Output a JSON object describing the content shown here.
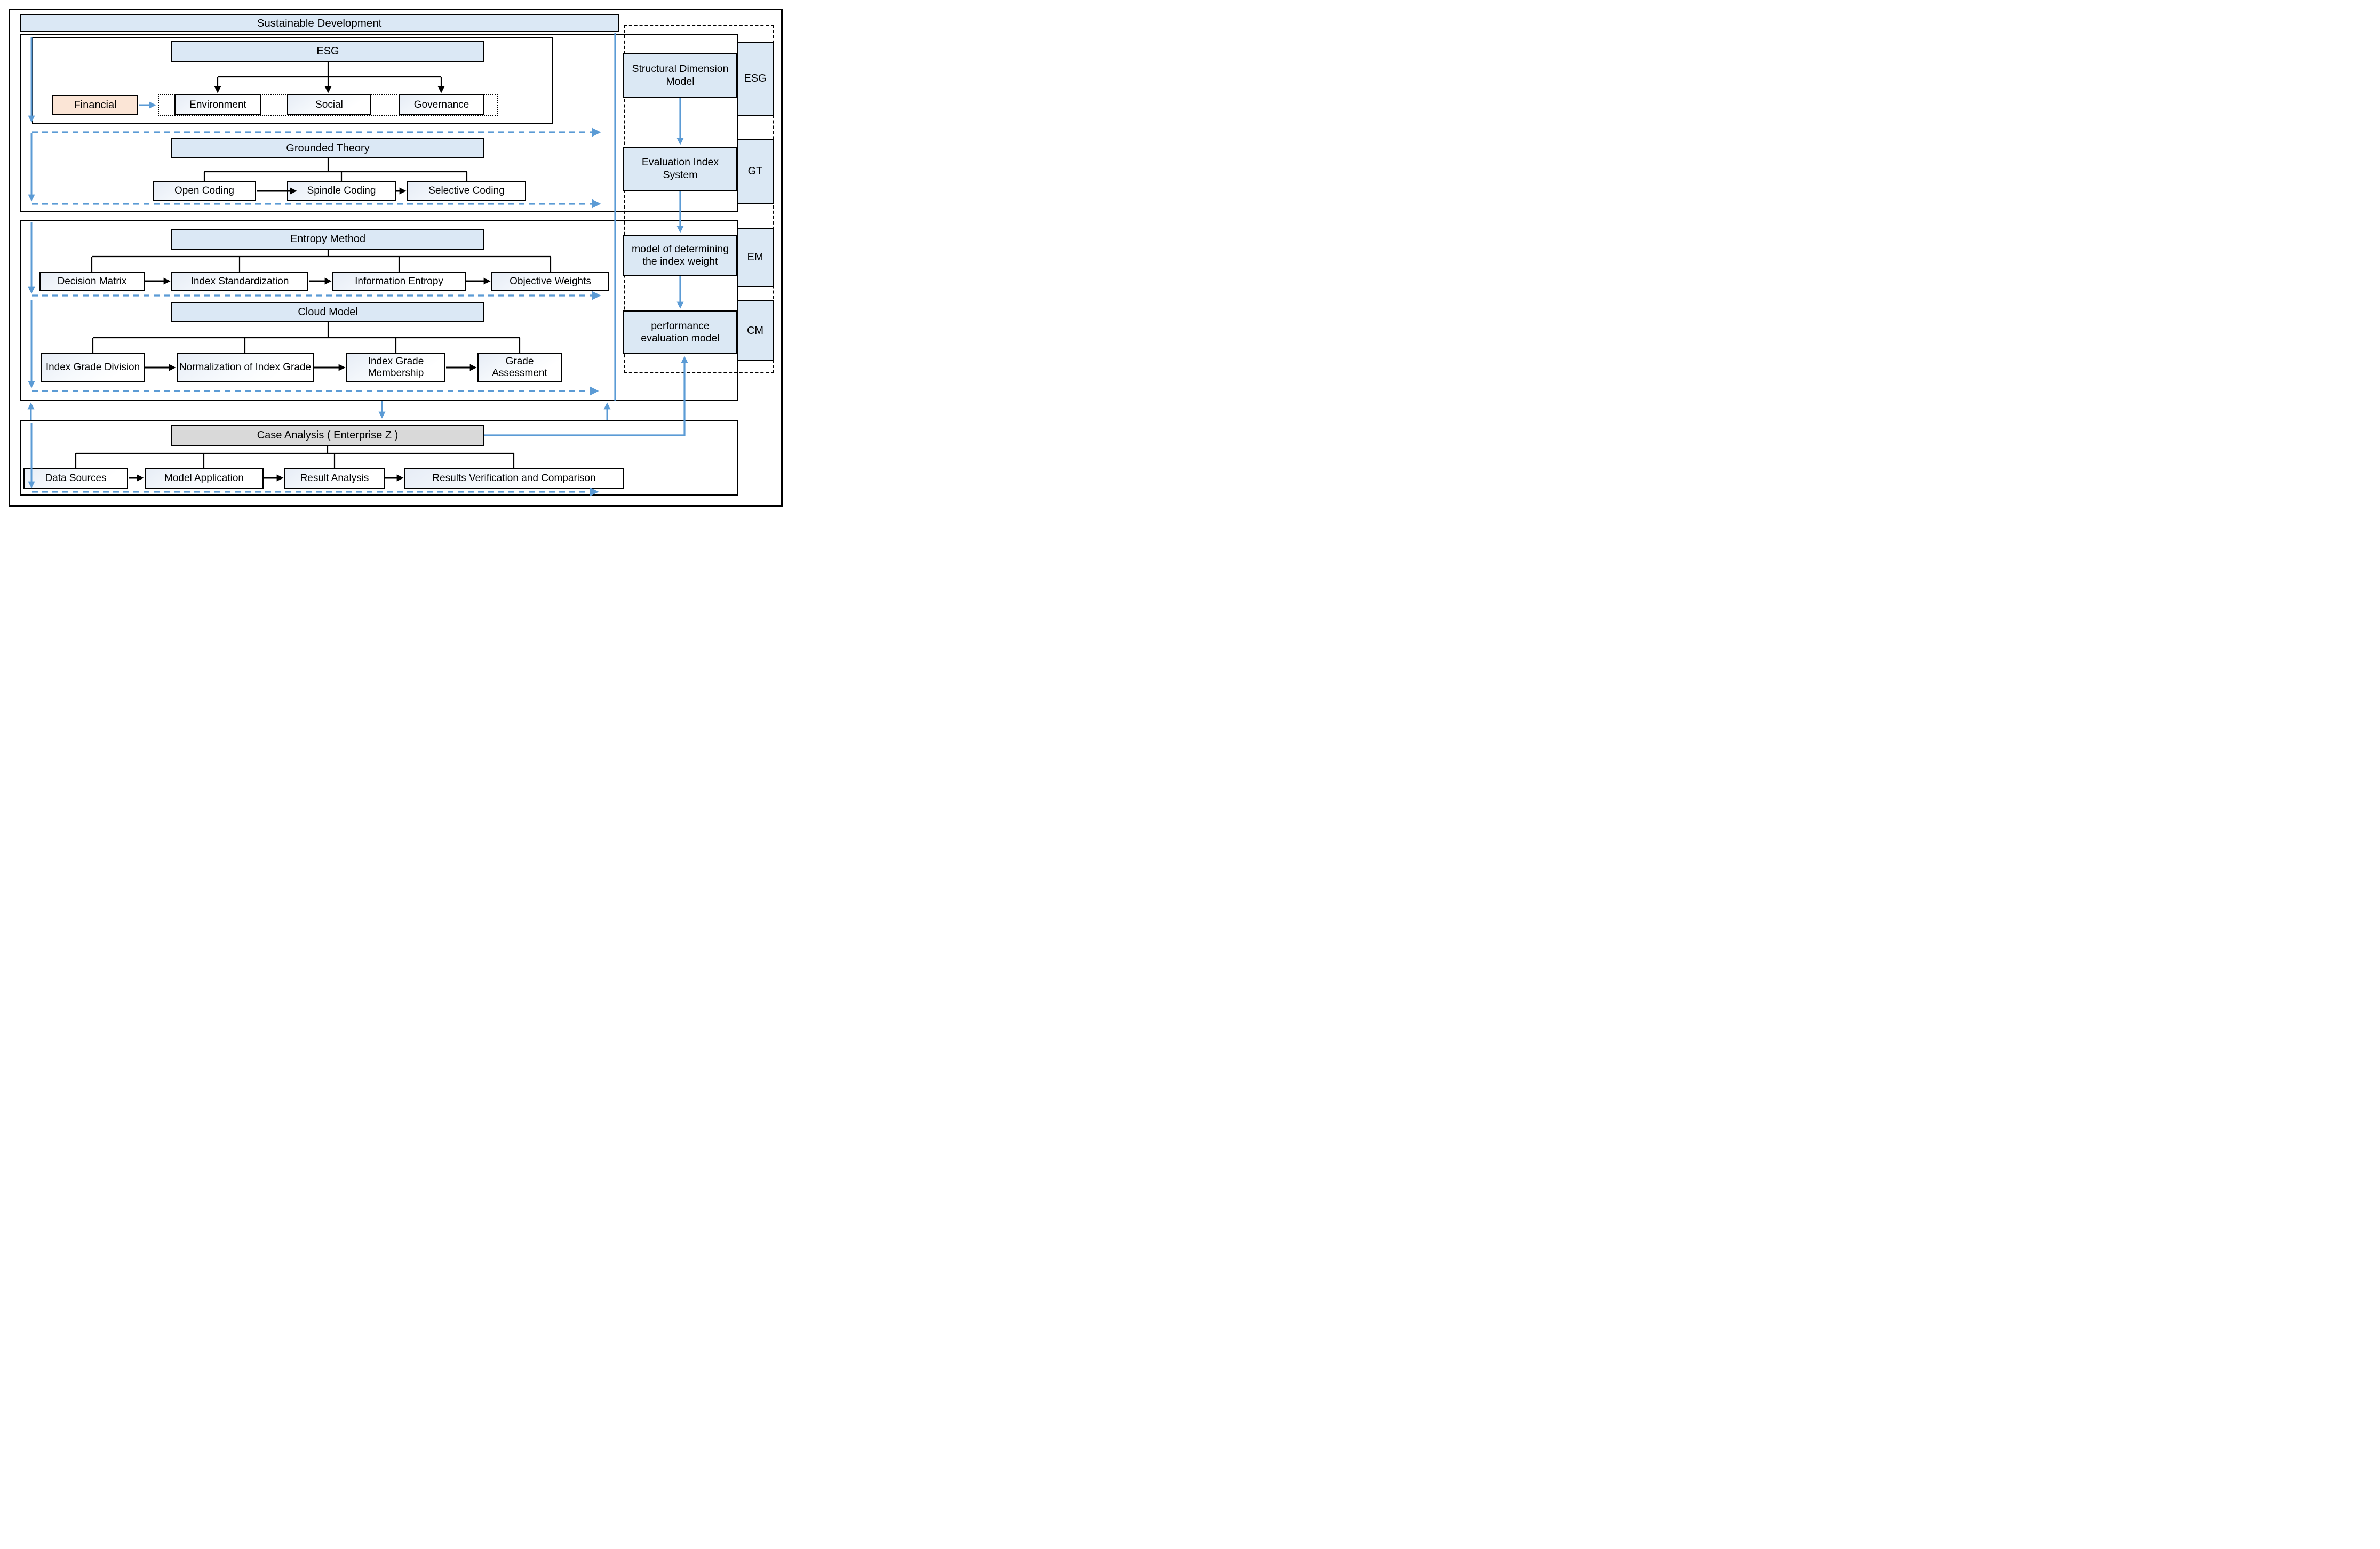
{
  "title": "Sustainable Development",
  "colors": {
    "accent_blue": "#5B9BD5",
    "light_blue_fill": "#DBE8F4",
    "peach_fill": "#FBE5D6",
    "gray_fill": "#D9D9D9",
    "line_black": "#000000"
  },
  "sections": {
    "esg": {
      "title": "ESG",
      "financial": "Financial",
      "children": [
        "Environment",
        "Social",
        "Governance"
      ]
    },
    "grounded_theory": {
      "title": "Grounded Theory",
      "steps": [
        "Open Coding",
        "Spindle Coding",
        "Selective Coding"
      ]
    },
    "entropy_method": {
      "title": "Entropy Method",
      "steps": [
        "Decision Matrix",
        "Index Standardization",
        "Information Entropy",
        "Objective Weights"
      ]
    },
    "cloud_model": {
      "title": "Cloud Model",
      "steps": [
        "Index Grade Division",
        "Normalization of Index Grade",
        "Index Grade Membership",
        "Grade Assessment"
      ]
    },
    "case_analysis": {
      "title": "Case Analysis ( Enterprise Z )",
      "steps": [
        "Data Sources",
        "Model Application",
        "Result Analysis",
        "Results Verification and Comparison"
      ]
    }
  },
  "framework_panel": {
    "stages": [
      {
        "label": "Structural Dimension Model",
        "tag": "ESG"
      },
      {
        "label": "Evaluation Index System",
        "tag": "GT"
      },
      {
        "label": "model of determining the index weight",
        "tag": "EM"
      },
      {
        "label": "performance evaluation model",
        "tag": "CM"
      }
    ]
  }
}
